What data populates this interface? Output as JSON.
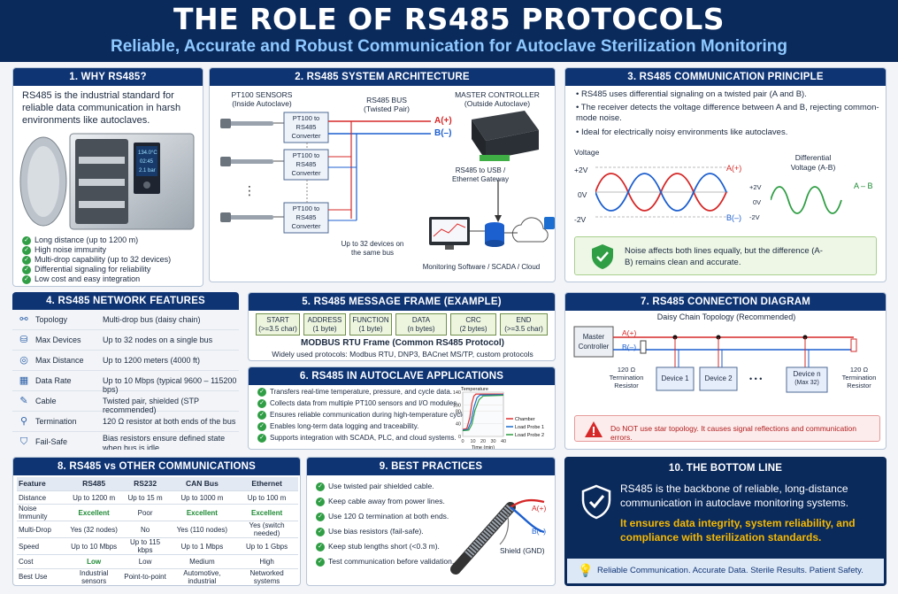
{
  "header": {
    "title": "THE ROLE OF RS485 PROTOCOLS",
    "subtitle": "Reliable, Accurate and Robust Communication for Autoclave Sterilization Monitoring"
  },
  "why": {
    "title": "1. WHY RS485?",
    "intro": "RS485 is the industrial standard for reliable data communication in harsh environments like autoclaves.",
    "screen": [
      "134.0°C",
      "02:45",
      "2.1 bar"
    ],
    "bullets": [
      "Long distance (up to 1200 m)",
      "High noise immunity",
      "Multi-drop capability (up to 32 devices)",
      "Differential signaling for reliability",
      "Low cost and easy integration"
    ]
  },
  "arch": {
    "title": "2. RS485 SYSTEM ARCHITECTURE",
    "sensors_label": "PT100 SENSORS",
    "sensors_sub": "(Inside Autoclave)",
    "bus_label": "RS485 BUS",
    "bus_sub": "(Twisted Pair)",
    "master_label": "MASTER CONTROLLER",
    "master_sub": "(Outside Autoclave)",
    "converter": "PT100 to RS485 Converter",
    "line_a": "A(+)",
    "line_b": "B(–)",
    "gateway": "RS485 to USB / Ethernet Gateway",
    "devices_note": "Up to 32 devices on the same bus",
    "software": "Monitoring Software / SCADA / Cloud",
    "dots": "⋮"
  },
  "principle": {
    "title": "3. RS485 COMMUNICATION PRINCIPLE",
    "bullets": [
      "RS485 uses differential signaling on a twisted pair (A and B).",
      "The receiver detects the voltage difference between A and B, rejecting common-mode noise.",
      "Ideal for electrically noisy environments like autoclaves."
    ],
    "ylabel": "Voltage",
    "ticks": [
      "+2V",
      "0V",
      "-2V"
    ],
    "a_label": "A(+)",
    "b_label": "B(–)",
    "diff_label": "Differential Voltage (A-B)",
    "diff_ticks": [
      "+2V",
      "0V",
      "-2V"
    ],
    "diff_series": "A – B",
    "note": "Noise affects both lines equally, but the difference (A-B) remains clean and accurate."
  },
  "features": {
    "title": "4. RS485 NETWORK FEATURES",
    "rows": [
      {
        "icon": "⚯",
        "key": "Topology",
        "value": "Multi-drop bus (daisy chain)"
      },
      {
        "icon": "⛁",
        "key": "Max Devices",
        "value": "Up to 32 nodes on a single bus"
      },
      {
        "icon": "◎",
        "key": "Max Distance",
        "value": "Up to 1200 meters (4000 ft)"
      },
      {
        "icon": "▦",
        "key": "Data Rate",
        "value": "Up to 10 Mbps (typical 9600 – 115200 bps)"
      },
      {
        "icon": "✎",
        "key": "Cable",
        "value": "Twisted pair, shielded (STP recommended)"
      },
      {
        "icon": "⚲",
        "key": "Termination",
        "value": "120 Ω resistor at both ends of the bus"
      },
      {
        "icon": "⛉",
        "key": "Fail-Safe",
        "value": "Bias resistors ensure defined state when bus is idle"
      }
    ]
  },
  "frame": {
    "title": "5. RS485 MESSAGE FRAME (EXAMPLE)",
    "fields": [
      {
        "name": "START",
        "size": "(>=3.5 char)"
      },
      {
        "name": "ADDRESS",
        "size": "(1 byte)"
      },
      {
        "name": "FUNCTION",
        "size": "(1 byte)"
      },
      {
        "name": "DATA",
        "size": "(n bytes)"
      },
      {
        "name": "CRC",
        "size": "(2 bytes)"
      },
      {
        "name": "END",
        "size": "(>=3.5 char)"
      }
    ],
    "caption": "MODBUS RTU Frame (Common RS485 Protocol)",
    "protocols": "Widely used protocols: Modbus RTU, DNP3, BACnet MS/TP, custom protocols"
  },
  "apps": {
    "title": "6. RS485 IN AUTOCLAVE APPLICATIONS",
    "bullets": [
      "Transfers real-time temperature, pressure, and cycle data.",
      "Collects data from multiple PT100 sensors and I/O modules.",
      "Ensures reliable communication during high-temperature cycles.",
      "Enables long-term data logging and traceability.",
      "Supports integration with SCADA, PLC, and cloud systems."
    ]
  },
  "chart_data": {
    "type": "line",
    "title": "",
    "ylabel": "Temperature",
    "xlabel": "Time (min)",
    "xlim": [
      0,
      40
    ],
    "ylim": [
      0,
      140
    ],
    "xticks": [
      0,
      10,
      20,
      30,
      40
    ],
    "yticks": [
      0,
      40,
      80,
      100,
      140
    ],
    "legend_position": "right",
    "series": [
      {
        "name": "Chamber",
        "color": "#e03131",
        "points": [
          [
            0,
            22
          ],
          [
            4,
            25
          ],
          [
            7,
            60
          ],
          [
            9,
            105
          ],
          [
            11,
            128
          ],
          [
            13,
            134
          ],
          [
            40,
            134
          ]
        ]
      },
      {
        "name": "Load Probe 1",
        "color": "#1c6fd1",
        "points": [
          [
            0,
            20
          ],
          [
            5,
            22
          ],
          [
            8,
            45
          ],
          [
            11,
            92
          ],
          [
            14,
            122
          ],
          [
            17,
            131
          ],
          [
            40,
            132
          ]
        ]
      },
      {
        "name": "Load Probe 2",
        "color": "#2f9e44",
        "points": [
          [
            0,
            18
          ],
          [
            6,
            20
          ],
          [
            9,
            38
          ],
          [
            12,
            82
          ],
          [
            16,
            116
          ],
          [
            20,
            128
          ],
          [
            40,
            130
          ]
        ]
      }
    ]
  },
  "connection": {
    "title": "7. RS485 CONNECTION DIAGRAM",
    "topology": "Daisy Chain Topology (Recommended)",
    "master": "Master Controller",
    "a": "A(+)",
    "b": "B(–)",
    "left_res": "120 Ω Termination Resistor",
    "right_res": "120 Ω Termination Resistor",
    "devices": [
      "Device 1",
      "Device 2"
    ],
    "dots": "• • •",
    "device_n": "Device n",
    "device_n_sub": "(Max 32)",
    "warning": "Do NOT use star topology. It causes signal reflections and communication errors."
  },
  "compare": {
    "title": "8. RS485 vs OTHER COMMUNICATIONS",
    "header": [
      "Feature",
      "RS485",
      "RS232",
      "CAN Bus",
      "Ethernet"
    ],
    "rows": [
      [
        "Distance",
        "Up to 1200 m",
        "Up to 15 m",
        "Up to 1000 m",
        "Up to 100 m"
      ],
      [
        "Noise Immunity",
        "Excellent",
        "Poor",
        "Excellent",
        "Excellent"
      ],
      [
        "Multi-Drop",
        "Yes (32 nodes)",
        "No",
        "Yes (110 nodes)",
        "Yes (switch needed)"
      ],
      [
        "Speed",
        "Up to 10 Mbps",
        "Up to 115 kbps",
        "Up to 1 Mbps",
        "Up to 1 Gbps"
      ],
      [
        "Cost",
        "Low",
        "Low",
        "Medium",
        "High"
      ],
      [
        "Best Use",
        "Industrial sensors",
        "Point-to-point",
        "Automotive, industrial",
        "Networked systems"
      ]
    ]
  },
  "best": {
    "title": "9. BEST PRACTICES",
    "bullets": [
      "Use twisted pair shielded cable.",
      "Keep cable away from power lines.",
      "Use 120 Ω termination at both ends.",
      "Use bias resistors (fail-safe).",
      "Keep stub lengths short (<0.3 m).",
      "Test communication before validation."
    ],
    "a": "A(+)",
    "b": "B(–)",
    "shield": "Shield (GND)"
  },
  "bottom": {
    "title": "10. THE BOTTOM LINE",
    "main": "RS485 is the backbone of reliable, long-distance communication in autoclave monitoring systems.",
    "highlight": "It ensures data integrity, system reliability, and compliance with sterilization standards.",
    "footer": "Reliable Communication. Accurate Data. Sterile Results. Patient Safety."
  },
  "colors": {
    "navy": "#0b2a5c",
    "panel_title": "#0e3474",
    "accent_blue": "#8ec9ff",
    "highlight": "#f5b800",
    "line_a": "#d62828",
    "line_b": "#1c5fcf"
  }
}
